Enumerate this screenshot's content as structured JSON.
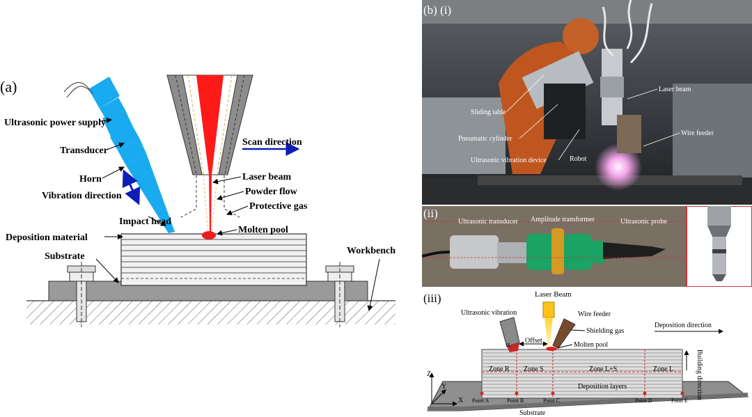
{
  "panel_a": {
    "label": "(a)",
    "ultrasonic_power_supply": "Ultrasonic power supply",
    "transducer": "Transducer",
    "horn": "Horn",
    "vibration_direction": "Vibration direction",
    "impact_head": "Impact head",
    "deposition_material": "Deposition material",
    "substrate": "Substrate",
    "workbench": "Workbench",
    "scan_direction": "Scan direction",
    "laser_beam": "Laser beam",
    "powder_flow": "Powder flow",
    "protective_gas": "Protective gas",
    "molten_pool": "Molten pool"
  },
  "panel_b_i": {
    "label": "(b) (i)",
    "laser_beam": "Laser beam",
    "sliding_table": "Sliding table",
    "wire_feeder": "Wire feeder",
    "pneumatic_cylinder": "Pneumatic cylinder",
    "ultrasonic_vibration_device": "Ultrasonic vibration device",
    "robot": "Robot"
  },
  "panel_b_ii": {
    "label": "(ii)",
    "ultrasonic_transducer": "Ultrasonic transducer",
    "amplitude_transformer": "Amplitude transformer",
    "ultrasonic_probe": "Ultrasonic probe"
  },
  "panel_b_iii": {
    "label": "(iii)",
    "laser_beam": "Laser Beam",
    "ultrasonic_vibration": "Ultrasonic vibration",
    "wire_feeder": "Wire feeder",
    "shielding_gas": "Shielding gas",
    "deposition_direction": "Deposition direction",
    "offset": "Offset",
    "alpha": "α",
    "molten_pool": "Molten pool",
    "building_direction": "Building direction",
    "zone_r": "Zone R",
    "zone_s": "Zone S",
    "zone_ls": "Zone L+S",
    "zone_l": "Zone L",
    "deposition_layers": "Deposition layers",
    "point_a": "Point A",
    "point_b": "Point B",
    "point_c": "Point C",
    "point_d": "Point D",
    "point_e": "Point E",
    "substrate": "Substrate",
    "axis_z": "Z",
    "axis_y": "Y",
    "axis_x": "X"
  }
}
